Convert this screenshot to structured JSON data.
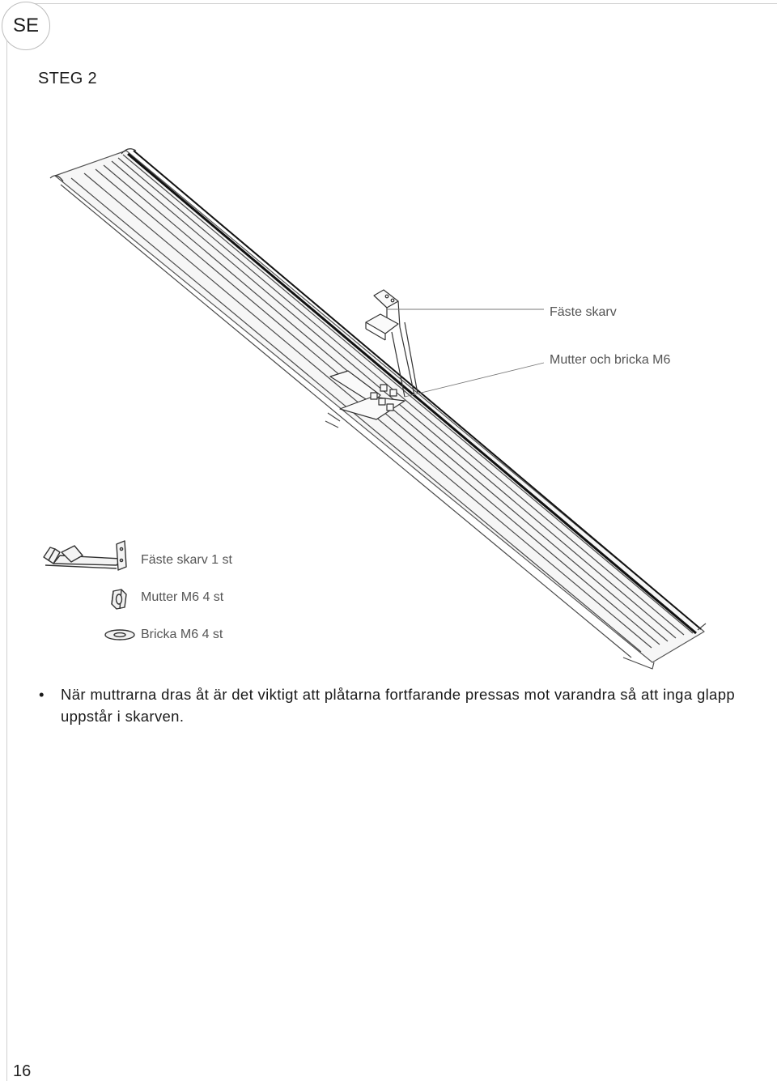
{
  "header": {
    "language_badge": "SE",
    "step_title": "STEG 2"
  },
  "drawing": {
    "callouts": [
      {
        "label": "Fäste skarv"
      },
      {
        "label": "Mutter och bricka M6"
      }
    ]
  },
  "parts": [
    {
      "icon": "bracket-icon",
      "label": "Fäste skarv 1 st"
    },
    {
      "icon": "nut-icon",
      "label": "Mutter M6 4 st"
    },
    {
      "icon": "washer-icon",
      "label": "Bricka M6 4 st"
    }
  ],
  "note": {
    "bullet": "•",
    "text": "När muttrarna dras åt är det viktigt att plåtarna fortfarande pressas mot varandra så att inga glapp uppstår i skarven."
  },
  "footer": {
    "page_number": "16"
  }
}
